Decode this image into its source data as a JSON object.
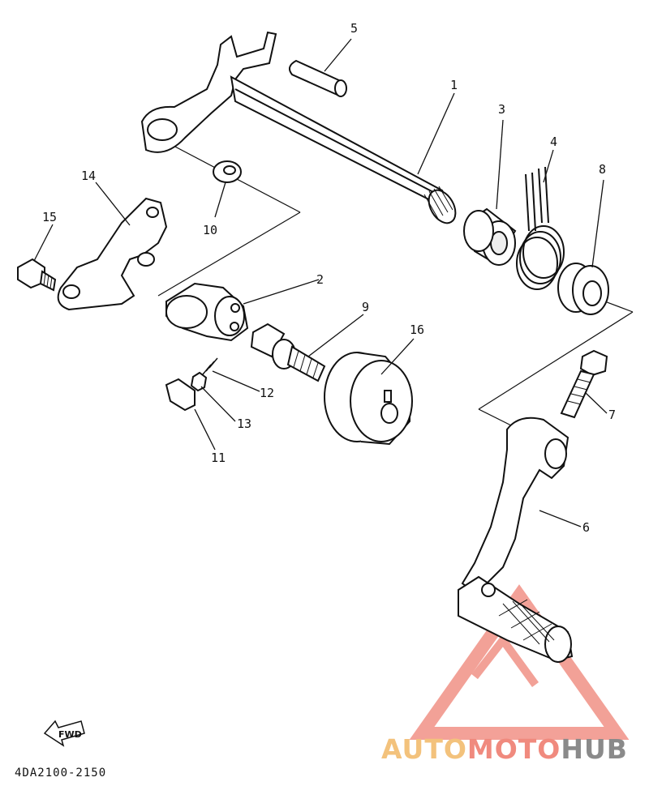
{
  "diagram": {
    "part_code": "4DA2100-2150",
    "fwd_label": "FWD",
    "callouts": [
      {
        "id": "c1",
        "label": "1"
      },
      {
        "id": "c2",
        "label": "2"
      },
      {
        "id": "c3",
        "label": "3"
      },
      {
        "id": "c4",
        "label": "4"
      },
      {
        "id": "c5",
        "label": "5"
      },
      {
        "id": "c6",
        "label": "6"
      },
      {
        "id": "c7",
        "label": "7"
      },
      {
        "id": "c8",
        "label": "8"
      },
      {
        "id": "c9",
        "label": "9"
      },
      {
        "id": "c10",
        "label": "10"
      },
      {
        "id": "c11",
        "label": "11"
      },
      {
        "id": "c12",
        "label": "12"
      },
      {
        "id": "c13",
        "label": "13"
      },
      {
        "id": "c14",
        "label": "14"
      },
      {
        "id": "c15",
        "label": "15"
      },
      {
        "id": "c16",
        "label": "16"
      }
    ]
  },
  "watermark": {
    "part_auto": "AUTO",
    "part_moto": "MOTO",
    "part_hub": "HUB",
    "colors": {
      "auto": "#f3c27c",
      "moto": "#f08a7e",
      "hub": "#8a8a8a",
      "logo": "#f08a7e"
    }
  }
}
